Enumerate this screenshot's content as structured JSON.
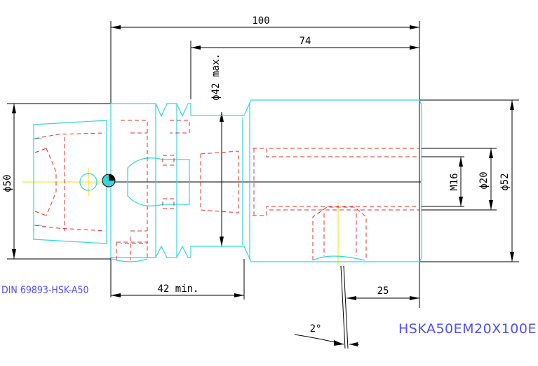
{
  "drawing": {
    "standard_label": "DIN 69893-HSK-A50",
    "part_code": "HSKA50EM20X100E",
    "colors": {
      "body": "#33d6e0",
      "hidden": "#e03030",
      "dimension": "#000000",
      "centerline": "#f0e000",
      "label": "#5050ff"
    },
    "dimensions": {
      "overall_length": "100",
      "length_74": "74",
      "dia_42_max": "ϕ42 max.",
      "dia_50": "ϕ50",
      "thread_m16": "M16",
      "dia_20": "ϕ20",
      "dia_52": "ϕ52",
      "length_42_min": "42 min.",
      "length_25": "25",
      "angle_2": "2°"
    }
  }
}
